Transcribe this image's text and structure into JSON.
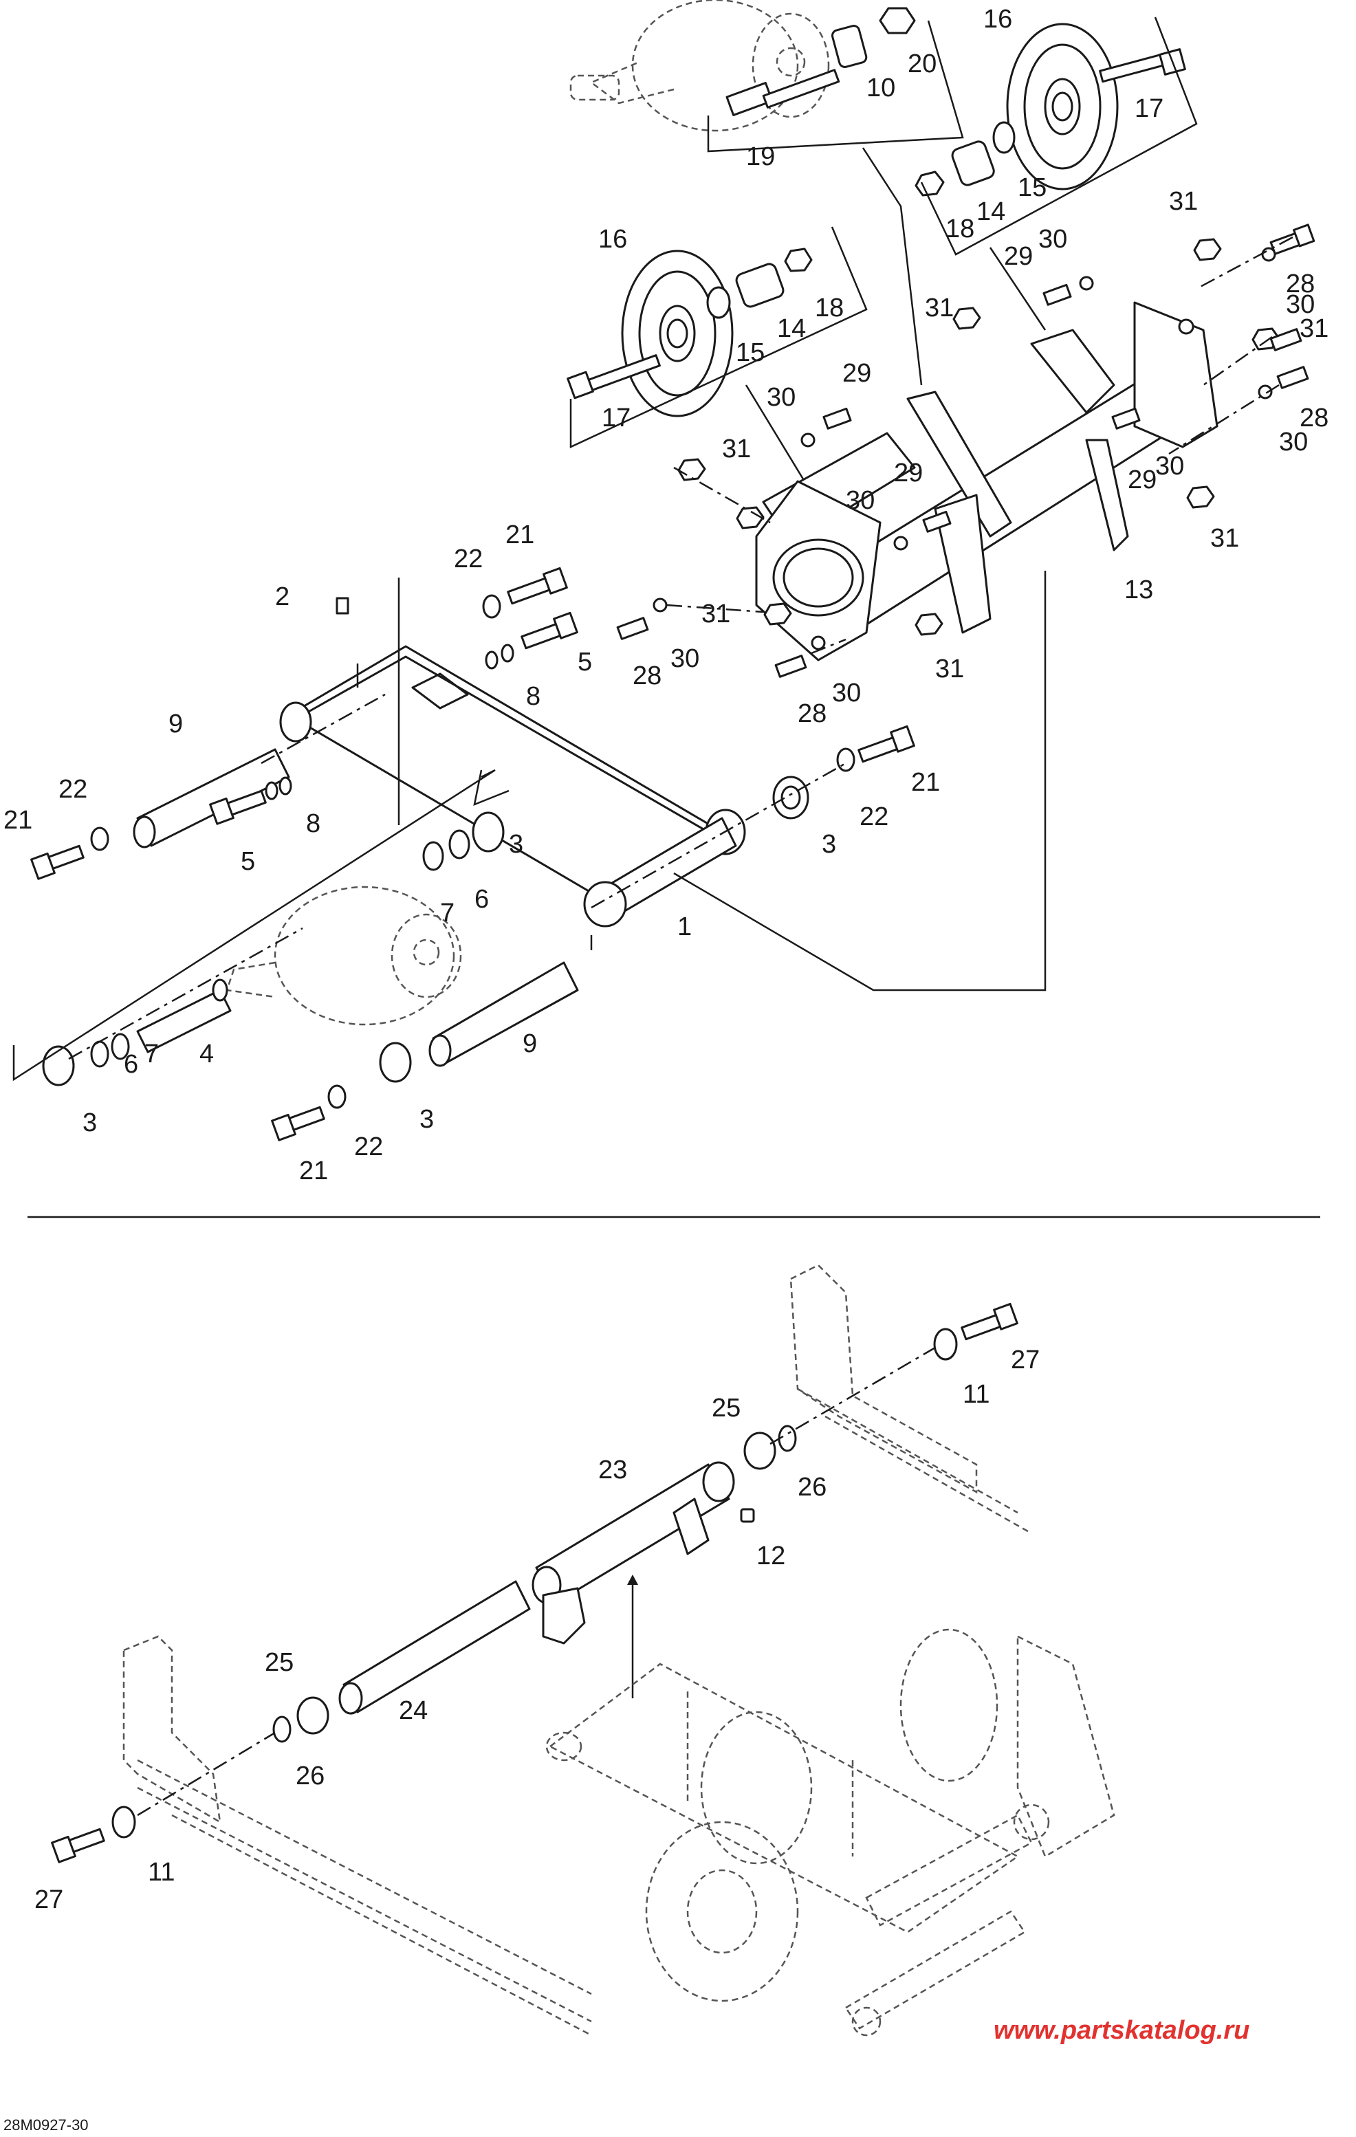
{
  "watermark": "www.partskatalog.ru",
  "drawing_code": "28M0927-30",
  "callouts": [
    "1",
    "2",
    "3",
    "4",
    "5",
    "6",
    "7",
    "8",
    "9",
    "10",
    "11",
    "12",
    "13",
    "14",
    "15",
    "16",
    "17",
    "18",
    "19",
    "20",
    "21",
    "22",
    "23",
    "24",
    "25",
    "26",
    "27",
    "28",
    "29",
    "30",
    "31"
  ]
}
